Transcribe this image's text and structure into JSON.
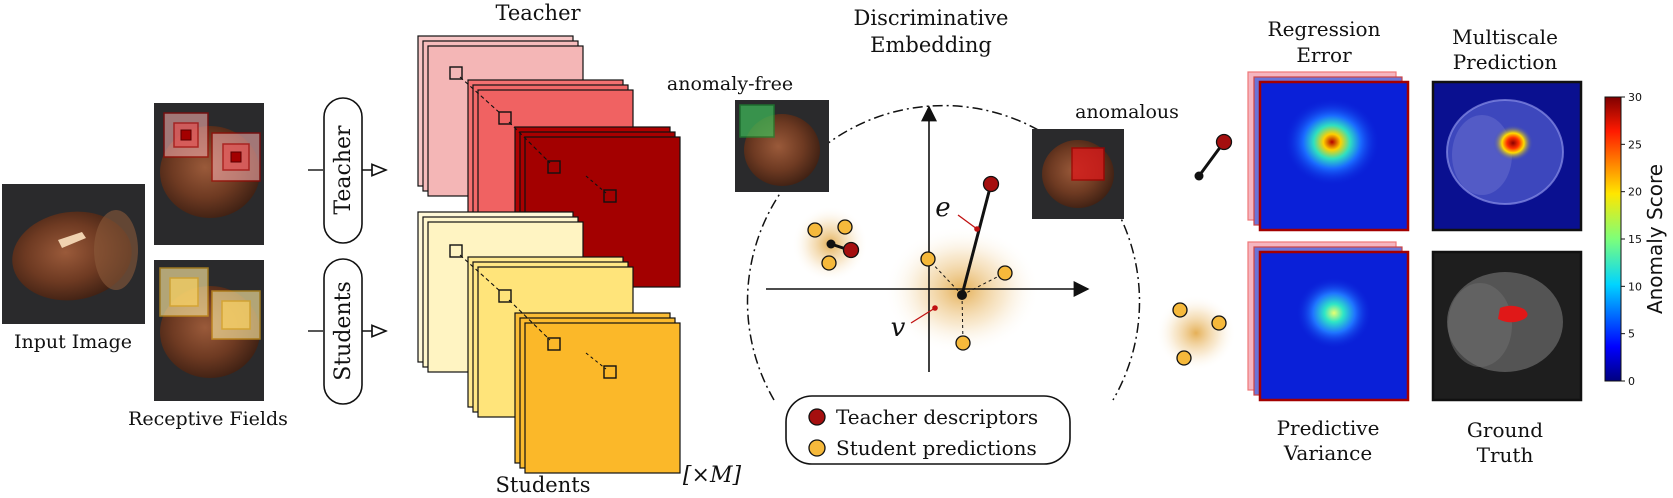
{
  "labels": {
    "input_image": "Input Image",
    "receptive_fields": "Receptive Fields",
    "teacher_pill": "Teacher",
    "students_pill": "Students",
    "teacher_stack": "Teacher",
    "students_stack": "Students",
    "multiplier": "[×M]",
    "embedding_title_line1": "Discriminative",
    "embedding_title_line2": "Embedding",
    "anomaly_free": "anomaly-free",
    "anomalous": "anomalous",
    "e_symbol": "e",
    "v_symbol": "v",
    "legend_teacher": "Teacher descriptors",
    "legend_student": "Student predictions",
    "regression_error_line1": "Regression",
    "regression_error_line2": "Error",
    "multiscale_line1": "Multiscale",
    "multiscale_line2": "Prediction",
    "predictive_variance_line1": "Predictive",
    "predictive_variance_line2": "Variance",
    "ground_truth_line1": "Ground",
    "ground_truth_line2": "Truth",
    "colorbar_title": "Anomaly Score"
  },
  "colorbar": {
    "ticks": [
      "0",
      "5",
      "10",
      "15",
      "20",
      "25",
      "30"
    ]
  },
  "colors": {
    "teacher_dot": "#a50f0f",
    "student_dot": "#f6b93b",
    "teacher_light": "#f4b8b8",
    "teacher_mid": "#f06262",
    "teacher_dark": "#a30000",
    "student_light": "#fff6c8",
    "student_mid": "#ffe680",
    "student_dark": "#fbb829"
  }
}
